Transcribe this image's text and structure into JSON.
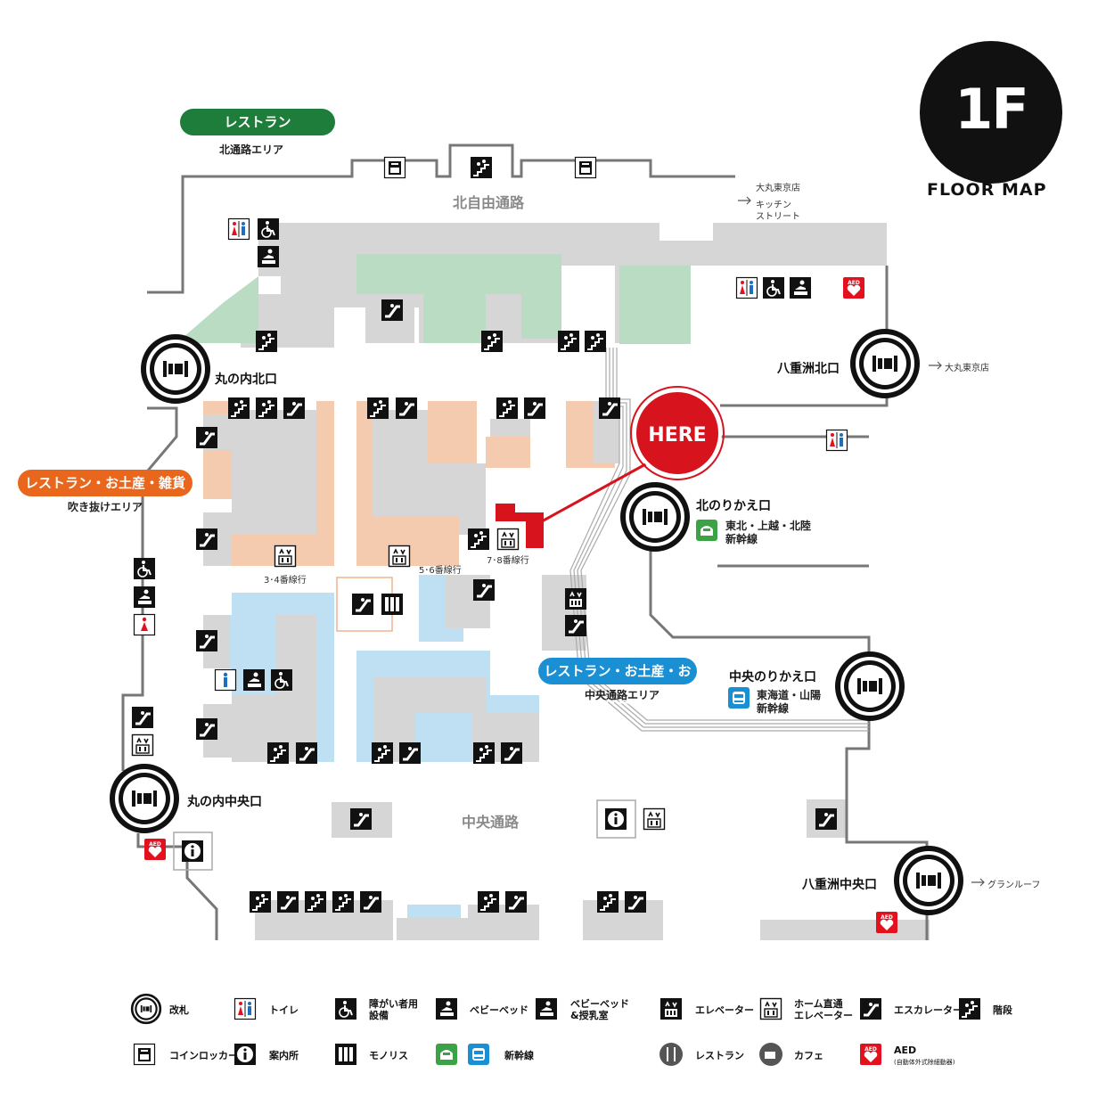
{
  "floor": {
    "label": "1F",
    "title": "FLOOR MAP"
  },
  "corridors": {
    "north": "北自由通路",
    "central": "中央通路"
  },
  "areas": {
    "north_restaurant": {
      "pill": "レストラン",
      "sub": "北通路エリア",
      "color": "#1e7d3b"
    },
    "atrium": {
      "pill": "レストラン・お土産・雑貨",
      "sub": "吹き抜けエリア",
      "color": "#e9661d"
    },
    "central": {
      "pill": "レストラン・お土産・お弁当",
      "sub": "中央通路エリア",
      "color": "#1a8fd3"
    }
  },
  "gates": {
    "marunouchi_north": "丸の内北口",
    "yaesu_north": "八重洲北口",
    "north_transfer": "北のりかえ口",
    "central_transfer": "中央のりかえ口",
    "marunouchi_central": "丸の内中央口",
    "yaesu_central": "八重洲中央口"
  },
  "shinkansen": {
    "north": [
      "東北・上越・北陸",
      "新幹線"
    ],
    "central": [
      "東海道・山陽",
      "新幹線"
    ]
  },
  "directions": {
    "daimaru_top": "大丸東京店",
    "kitchen_street": [
      "キッチン",
      "ストリート"
    ],
    "daimaru_right": "大丸東京店",
    "gran_roof": "グランルーフ"
  },
  "platforms": {
    "p34": "3･4番線行",
    "p56": "5･6番線行",
    "p78": "7･8番線行"
  },
  "here": {
    "label": "HERE",
    "color": "#d7141e"
  },
  "colors": {
    "green_area": "#b9dcc3",
    "orange_area": "#f5cbb0",
    "blue_area": "#bfe0f3",
    "grey_area": "#d6d6d6",
    "wall": "#777777",
    "aed": "#e3101e"
  },
  "legend": [
    {
      "icon": "ticket-gate-icon",
      "label": "改札"
    },
    {
      "icon": "toilet-icon",
      "label": "トイレ"
    },
    {
      "icon": "accessible-toilet-icon",
      "label": "障がい者用\n設備"
    },
    {
      "icon": "baby-bed-icon",
      "label": "ベビーベッド"
    },
    {
      "icon": "baby-nursing-icon",
      "label": "ベビーベッド\n&授乳室"
    },
    {
      "icon": "elevator-icon",
      "label": "エレベーター"
    },
    {
      "icon": "platform-elevator-icon",
      "label": "ホーム直通\nエレベーター"
    },
    {
      "icon": "escalator-icon",
      "label": "エスカレーター"
    },
    {
      "icon": "stairs-icon",
      "label": "階段"
    },
    {
      "icon": "coin-locker-icon",
      "label": "コインロッカー"
    },
    {
      "icon": "information-icon",
      "label": "案内所"
    },
    {
      "icon": "monolith-icon",
      "label": "モノリス"
    },
    {
      "icon": "shinkansen-icon",
      "label": "新幹線"
    },
    {
      "icon": "restaurant-icon",
      "label": "レストラン"
    },
    {
      "icon": "cafe-icon",
      "label": "カフェ"
    },
    {
      "icon": "aed-icon",
      "label": "AED",
      "sub": "(自動体外式除細動器)"
    }
  ]
}
